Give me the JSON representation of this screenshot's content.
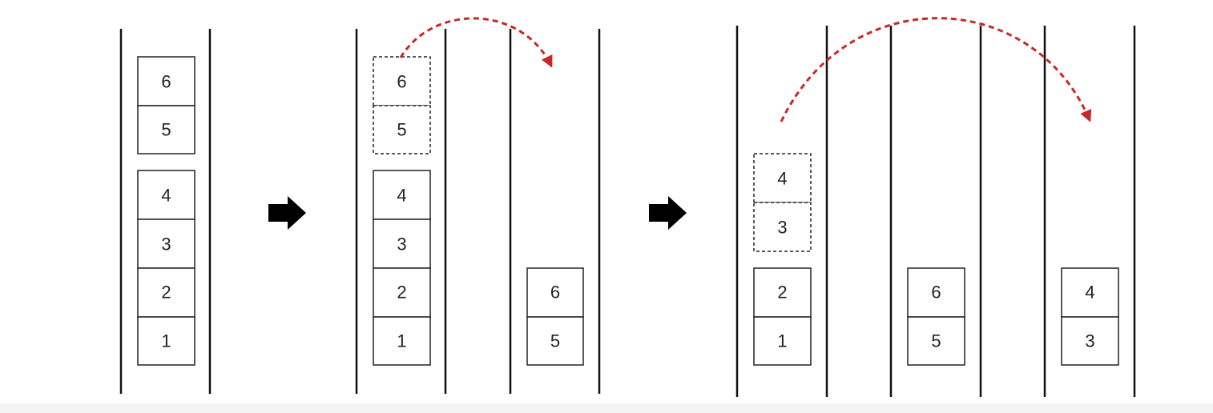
{
  "colors": {
    "line": "#111111",
    "box_border": "#222222",
    "box_fill": "#ffffff",
    "arrow_fill": "#000000",
    "move_arrow": "#c62828",
    "background": "#ffffff"
  },
  "icons": {
    "step_arrow": "right-arrow-icon",
    "move_arrow": "curved-dashed-arrow"
  },
  "stages": [
    {
      "name": "initial",
      "stacks": [
        {
          "blocks": [
            {
              "label": "6",
              "style": "solid"
            },
            {
              "label": "5",
              "style": "solid"
            },
            {
              "label": "4",
              "style": "solid"
            },
            {
              "label": "3",
              "style": "solid"
            },
            {
              "label": "2",
              "style": "solid"
            },
            {
              "label": "1",
              "style": "solid"
            }
          ]
        }
      ]
    },
    {
      "name": "move-top-pair",
      "stacks": [
        {
          "blocks": [
            {
              "label": "6",
              "style": "dashed"
            },
            {
              "label": "5",
              "style": "dashed"
            },
            {
              "label": "4",
              "style": "solid"
            },
            {
              "label": "3",
              "style": "solid"
            },
            {
              "label": "2",
              "style": "solid"
            },
            {
              "label": "1",
              "style": "solid"
            }
          ]
        },
        {
          "blocks": [
            {
              "label": "6",
              "style": "solid"
            },
            {
              "label": "5",
              "style": "solid"
            }
          ]
        }
      ]
    },
    {
      "name": "move-next-pair",
      "stacks": [
        {
          "blocks": [
            {
              "label": "4",
              "style": "dashed"
            },
            {
              "label": "3",
              "style": "dashed"
            },
            {
              "label": "2",
              "style": "solid"
            },
            {
              "label": "1",
              "style": "solid"
            }
          ]
        },
        {
          "blocks": [
            {
              "label": "6",
              "style": "solid"
            },
            {
              "label": "5",
              "style": "solid"
            }
          ]
        },
        {
          "blocks": [
            {
              "label": "4",
              "style": "solid"
            },
            {
              "label": "3",
              "style": "solid"
            }
          ]
        }
      ]
    }
  ]
}
